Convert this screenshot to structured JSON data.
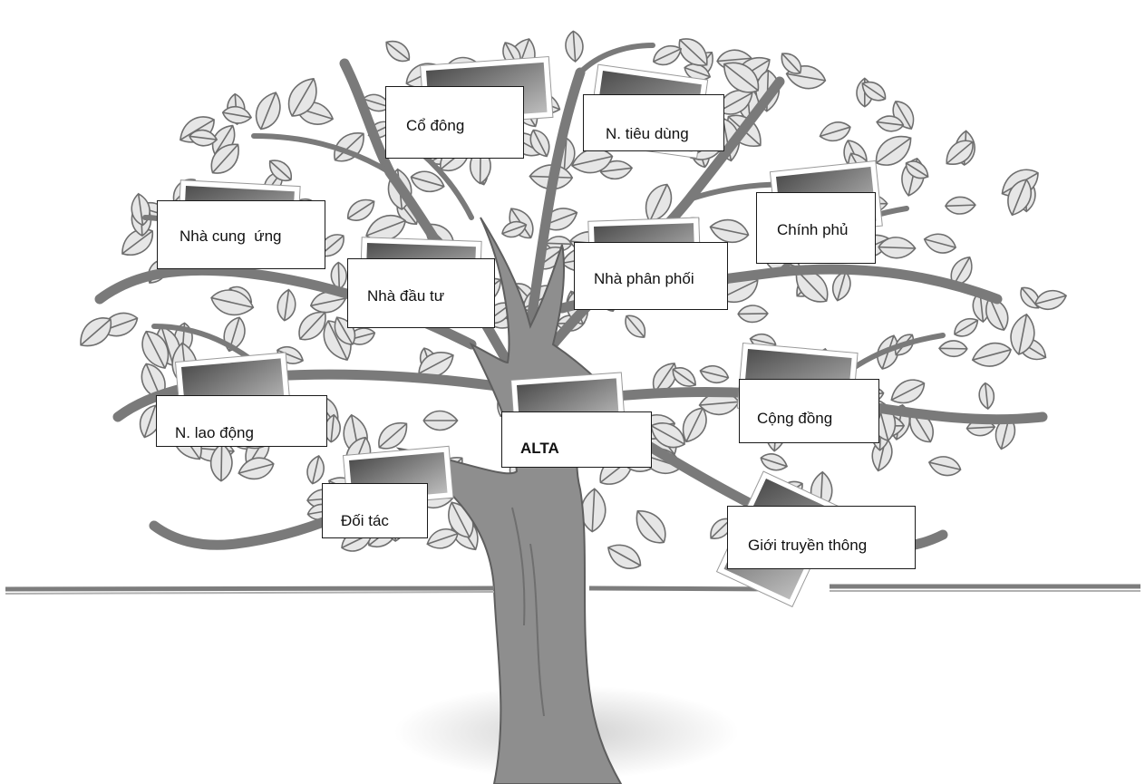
{
  "labels": {
    "co_dong": "Cổ đông",
    "n_tieu_dung": "N. tiêu dùng",
    "chinh_phu": "Chính phủ",
    "nha_cung_ung": "Nhà cung  ứng",
    "nha_dau_tu": "Nhà đầu tư",
    "nha_phan_phoi": "Nhà phân phối",
    "n_lao_dong": "N. lao động",
    "alta": "ALTA",
    "cong_dong": "Cộng đồng",
    "doi_tac": "Đối tác",
    "gioi_truyen_thong": "Giới truyền thông"
  },
  "colors": {
    "trunk": "#8a8a8a",
    "branch": "#7a7a7a",
    "leaf_fill": "#e6e6e6",
    "leaf_stroke": "#6e6e6e",
    "ground": "#7d7d7d",
    "frame_dark": "#555555",
    "frame_light": "#b5b5b5",
    "label_border": "#1a1a1a",
    "label_bg": "#ffffff",
    "text": "#111111"
  }
}
